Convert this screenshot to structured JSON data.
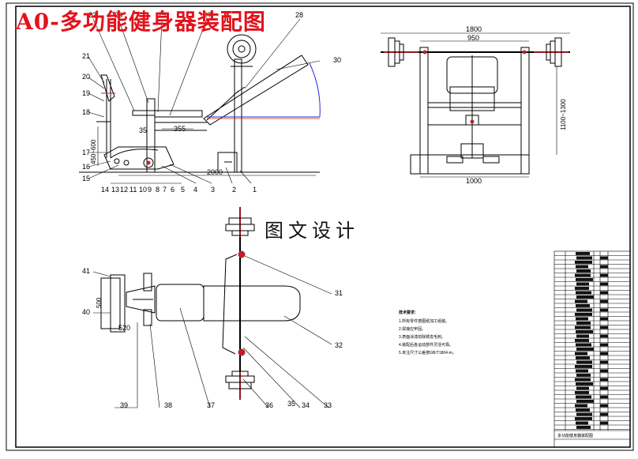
{
  "title": "A0-多功能健身器装配图",
  "watermark": "图文设计",
  "colors": {
    "title": "#e3121b",
    "line": "#000000",
    "blue": "#2a2ad8",
    "red_line": "#c0202a"
  },
  "dimensions": {
    "d1800": "1800",
    "d950": "950",
    "d1000": "1000",
    "d1100_1300": "1100~1300",
    "d355": "355",
    "d35": "35",
    "d2000": "2000",
    "d450_600": "450~600",
    "d520": "520",
    "d500": "500"
  },
  "callouts": {
    "c1": "1",
    "c2": "2",
    "c3": "3",
    "c4": "4",
    "c5": "5",
    "c6": "6",
    "c7": "7",
    "c8": "8",
    "c9": "9",
    "c10": "10",
    "c11": "11",
    "c12": "12",
    "c13": "13",
    "c14": "14",
    "c15": "15",
    "c16": "16",
    "c17": "17",
    "c18": "18",
    "c19": "19",
    "c20": "20",
    "c21": "21",
    "c22": "22",
    "c23": "23",
    "c25": "25",
    "c27": "27",
    "c28": "28",
    "c30": "30",
    "c31": "31",
    "c32": "32",
    "c33": "33",
    "c34": "34",
    "c35": "35",
    "c36": "36",
    "c37": "37",
    "c38": "38",
    "c39": "39",
    "c40": "40",
    "c41": "41"
  },
  "notes": {
    "heading": "技术要求:",
    "lines": [
      "1.所有零件按图纸加工组装。",
      "2.焊接应牢固。",
      "3.表面涂漆前除锈去毛刺。",
      "4.装配后各运动部件灵活可靠。",
      "5.未注尺寸公差按GB/T1804-m。"
    ]
  },
  "title_block": {
    "name": "多功能健身器装配图"
  }
}
